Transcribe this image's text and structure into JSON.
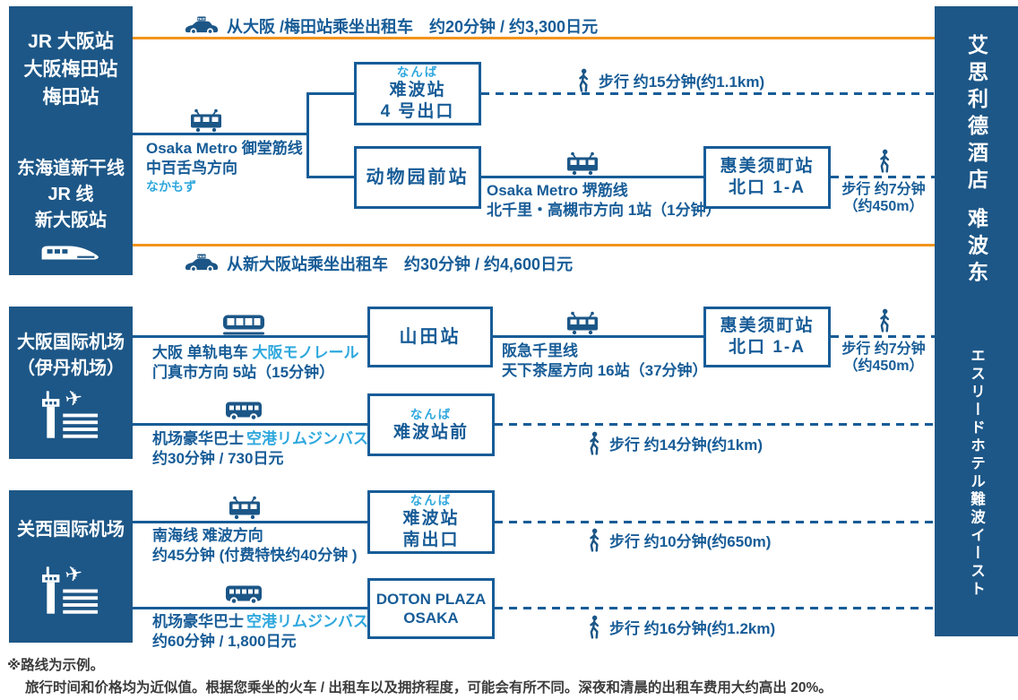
{
  "colors": {
    "navy": "#1d5787",
    "line_blue": "#175c97",
    "light_blue": "#2fa8de",
    "orange": "#f3941c",
    "footnote_gray": "#3c3c3c"
  },
  "origins": {
    "jr_osaka": {
      "group1": [
        "JR 大阪站",
        "大阪梅田站",
        "梅田站"
      ],
      "group2": [
        "东海道新干线",
        "JR 线",
        "新大阪站"
      ]
    },
    "itami": {
      "line1": "大阪国际机场",
      "line2": "（伊丹机场）"
    },
    "kansai": {
      "line1": "关西国际机场"
    }
  },
  "hotel": {
    "zh": "艾思利德酒店 难波东",
    "ja": "エスリードホテル難波イースト"
  },
  "taxi": {
    "from_umeda": "从大阪 /梅田站乘坐出租车　约20分钟 / 约3,300日元",
    "from_shin_osaka": "从新大阪站乘坐出租车　约30分钟 / 约4,600日元"
  },
  "transit": {
    "midosuji": {
      "line1": "Osaka Metro 御堂筋线",
      "line2": "中百舌鸟方向",
      "line3": "なかもず"
    },
    "sakaisuji": {
      "line1": "Osaka Metro 堺筋线",
      "line2": "北千里・高槻市方向 1站（1分钟）"
    },
    "monorail": {
      "line1_zh": "大阪 单轨电车",
      "line1_ja": "大阪モノレール",
      "line2": "门真市方向 5站（15分钟）"
    },
    "hankyu": {
      "line1": "阪急千里线",
      "line2": "天下茶屋方向 16站（37分钟）"
    },
    "limousine_itami": {
      "line1_zh": "机场豪华巴士",
      "line1_ja": "空港リムジンバス",
      "line2": "约30分钟 / 730日元"
    },
    "nankai": {
      "line1": "南海线 难波方向",
      "line2": "约45分钟 (付费特快约40分钟 )"
    },
    "limousine_kansai": {
      "line1_zh": "机场豪华巴士",
      "line1_ja": "空港リムジンバス",
      "line2": "约60分钟 / 1,800日元"
    }
  },
  "stations": {
    "namba_exit4": {
      "tag": "なんば",
      "line1": "难波站",
      "line2": "4 号出口"
    },
    "dobutsuenmae": {
      "line1": "动物园前站"
    },
    "ebisucho_a": {
      "line1": "惠美须町站",
      "line2": "北口 1-A"
    },
    "yamada": {
      "line1": "山田站"
    },
    "ebisucho_b": {
      "line1": "惠美须町站",
      "line2": "北口 1-A"
    },
    "namba_ekimae": {
      "tag": "なんば",
      "line1": "难波站前"
    },
    "namba_south": {
      "tag": "なんば",
      "line1": "难波站",
      "line2": "南出口"
    },
    "doton_plaza": {
      "line1": "DOTON PLAZA",
      "line2": "OSAKA"
    }
  },
  "walks": {
    "from_namba4": "步行 约15分钟(约1.1km)",
    "from_ebisucho_a_line1": "步行 约7分钟",
    "from_ebisucho_a_line2": "（约450m）",
    "from_ebisucho_b_line1": "步行 约7分钟",
    "from_ebisucho_b_line2": "（约450m）",
    "from_namba_ekimae": "步行 约14分钟(约1km)",
    "from_namba_south": "步行 约10分钟(约650m)",
    "from_doton": "步行 约16分钟(约1.2km)"
  },
  "footnote": {
    "line1": "※路线为示例。",
    "line2": "旅行时间和价格均为近似值。根据您乘坐的火车 / 出租车以及拥挤程度，可能会有所不同。深夜和清晨的出租车费用大约高出 20%。"
  }
}
